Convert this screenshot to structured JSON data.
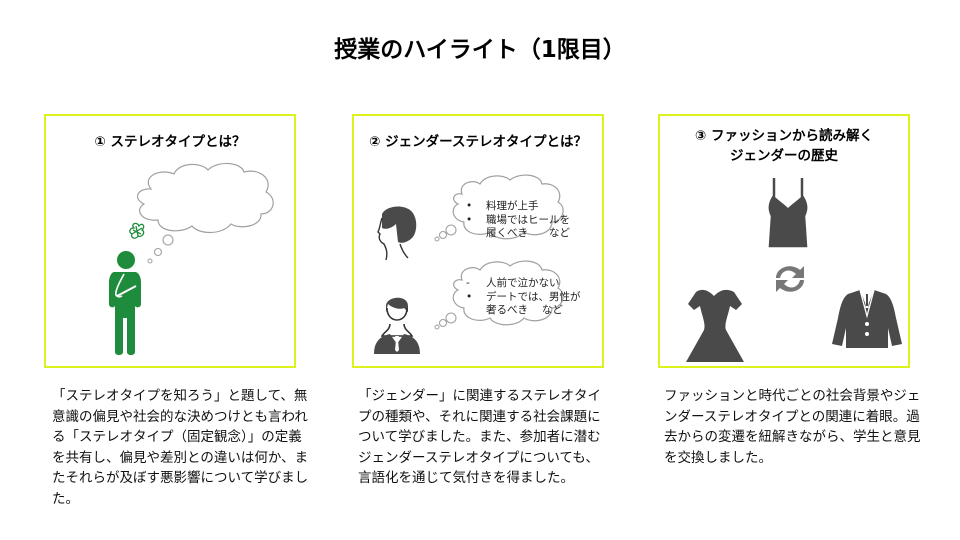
{
  "page": {
    "title": "授業のハイライト（1限目）"
  },
  "colors": {
    "panel_border": "#dcf21c",
    "person_green": "#1e8c3c",
    "icon_dark": "#4a4a4a",
    "cloud_stroke": "#a0a0a0"
  },
  "panels": [
    {
      "number": "①",
      "title": "① ステレオタイプとは？",
      "illustration": "thinking-person-with-thought-cloud",
      "description": "「ステレオタイプを知ろう」と題して、無意識の偏見や社会的な決めつけとも言われる「ステレオタイプ（固定観念）」の定義を共有し、偏見や差別との違いは何か、またそれらが及ぼす悪影響について学びました。"
    },
    {
      "number": "②",
      "title": "② ジェンダーステレオタイプとは？",
      "illustration": "woman-and-man-with-thought-clouds",
      "bubbles": [
        {
          "items": [
            "料理が上手",
            "職場ではヒールを"
          ],
          "continuation": "履くべき　　など"
        },
        {
          "items": [
            "人前で泣かない",
            "デートでは、男性が"
          ],
          "continuation": "奢るべき　 など"
        }
      ],
      "description": "「ジェンダー」に関連するステレオタイプの種類や、それに関連する社会課題について学びました。また、参加者に潜むジェンダーステレオタイプについても、言語化を通じて気付きを得ました。"
    },
    {
      "number": "③",
      "title_line1": "③ ファッションから読み解く",
      "title_line2": "ジェンダーの歴史",
      "illustration": "camisole-dress-suit-with-cycle-arrows",
      "description": "ファッションと時代ごとの社会背景やジェンダーステレオタイプとの関連に着眼。過去からの変遷を紐解きながら、学生と意見を交換しました。"
    }
  ]
}
